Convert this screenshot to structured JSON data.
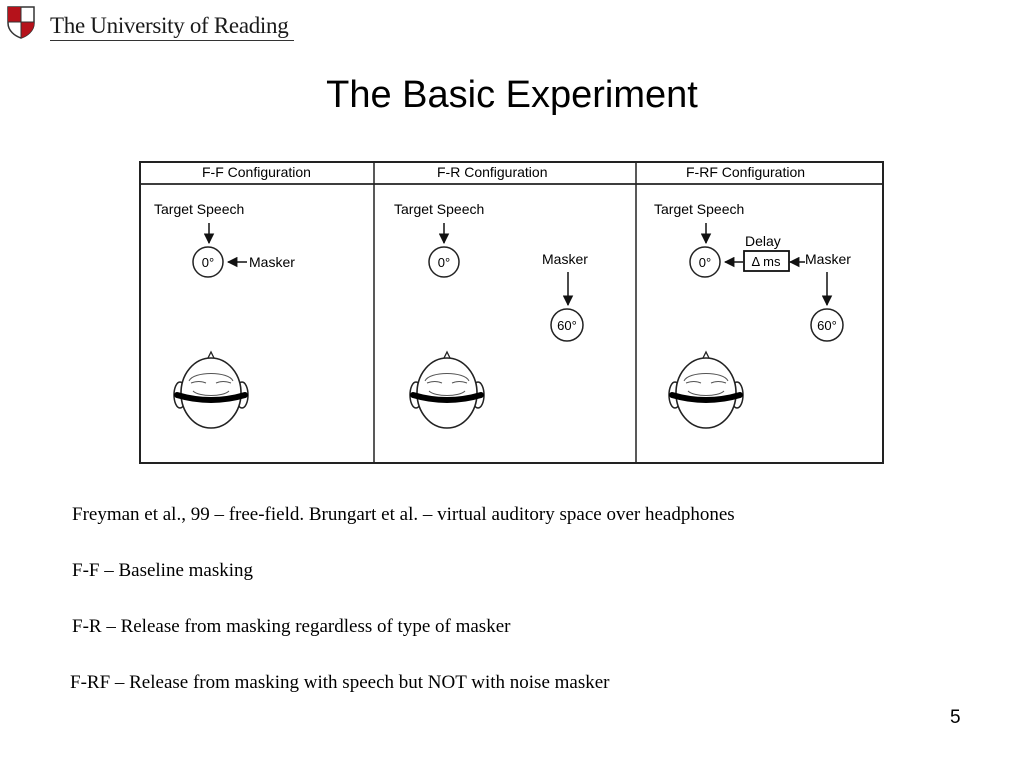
{
  "header": {
    "institution": "The University of Reading"
  },
  "slide": {
    "title": "The Basic Experiment",
    "page_number": "5"
  },
  "figure": {
    "panels": [
      {
        "heading": "F-F Configuration",
        "target_label": "Target Speech",
        "target_angle": "0°",
        "masker_label": "Masker"
      },
      {
        "heading": "F-R Configuration",
        "target_label": "Target Speech",
        "target_angle": "0°",
        "masker_label": "Masker",
        "masker_angle": "60°"
      },
      {
        "heading": "F-RF Configuration",
        "target_label": "Target Speech",
        "target_angle": "0°",
        "delay_label": "Delay",
        "delay_box": "Δ ms",
        "masker_label": "Masker",
        "masker_angle": "60°"
      }
    ]
  },
  "bullets": [
    "Freyman et al., 99 – free-field. Brungart et al. – virtual auditory space over headphones",
    "F-F – Baseline masking",
    "F-R – Release from masking regardless of type of masker",
    "F-RF – Release from masking with speech but NOT with noise masker"
  ]
}
